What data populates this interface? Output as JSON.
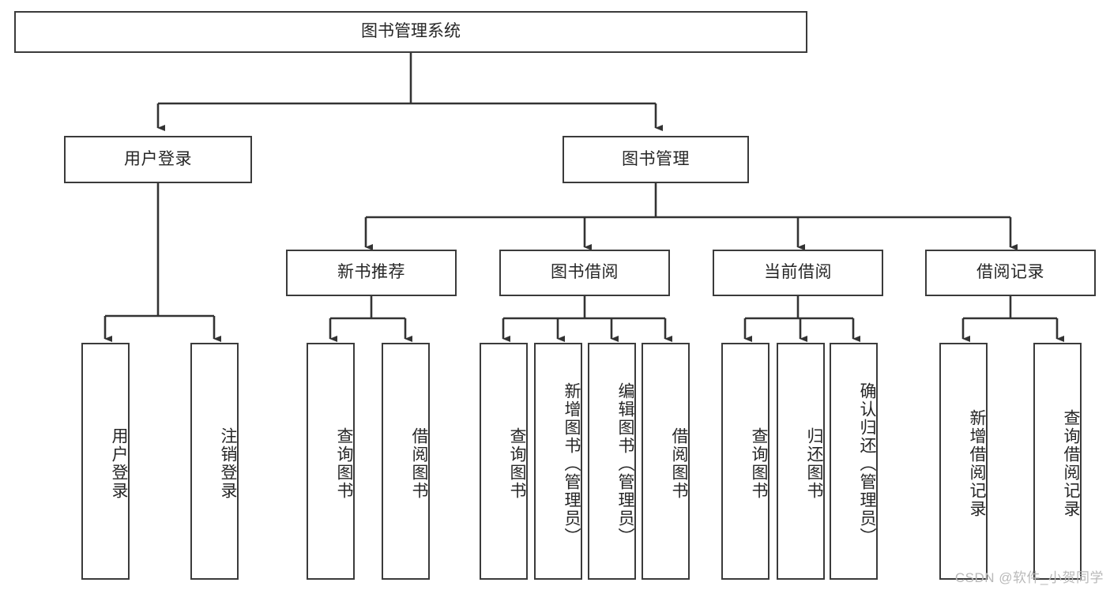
{
  "diagram": {
    "type": "tree",
    "title": "图书管理系统",
    "orientation": "top-down",
    "watermark": "CSDN @软件_小贺同学",
    "colors": {
      "box_border": "#3b3b3b",
      "box_fill": "#ffffff",
      "connector": "#333333",
      "text": "#262626",
      "watermark": "#b9b9b9",
      "background": "#ffffff"
    },
    "nodes": {
      "root": {
        "label": "图书管理系统",
        "level": 1
      },
      "level2": [
        {
          "id": "user-login",
          "label": "用户登录"
        },
        {
          "id": "book-manage",
          "label": "图书管理"
        }
      ],
      "level3": [
        {
          "id": "new-book-recommend",
          "label": "新书推荐",
          "parent": "book-manage"
        },
        {
          "id": "book-borrow",
          "label": "图书借阅",
          "parent": "book-manage"
        },
        {
          "id": "current-borrow",
          "label": "当前借阅",
          "parent": "book-manage"
        },
        {
          "id": "borrow-record",
          "label": "借阅记录",
          "parent": "book-manage"
        }
      ],
      "leaves": [
        {
          "id": "leaf-user-login",
          "label": "用户登录",
          "parent": "user-login"
        },
        {
          "id": "leaf-logout-login",
          "label": "注销登录",
          "parent": "user-login"
        },
        {
          "id": "leaf-query-book-1",
          "label": "查询图书",
          "parent": "new-book-recommend"
        },
        {
          "id": "leaf-borrow-book-1",
          "label": "借阅图书",
          "parent": "new-book-recommend"
        },
        {
          "id": "leaf-query-book-2",
          "label": "查询图书",
          "parent": "book-borrow"
        },
        {
          "id": "leaf-add-book",
          "label": "新增图书（管理员）",
          "parent": "book-borrow"
        },
        {
          "id": "leaf-edit-book",
          "label": "编辑图书（管理员）",
          "parent": "book-borrow"
        },
        {
          "id": "leaf-borrow-book-2",
          "label": "借阅图书",
          "parent": "book-borrow"
        },
        {
          "id": "leaf-query-book-3",
          "label": "查询图书",
          "parent": "current-borrow"
        },
        {
          "id": "leaf-return-book",
          "label": "归还图书",
          "parent": "current-borrow"
        },
        {
          "id": "leaf-confirm-return",
          "label": "确认归还（管理员）",
          "parent": "current-borrow"
        },
        {
          "id": "leaf-add-record",
          "label": "新增借阅记录",
          "parent": "borrow-record"
        },
        {
          "id": "leaf-query-record",
          "label": "查询借阅记录",
          "parent": "borrow-record"
        }
      ]
    }
  }
}
